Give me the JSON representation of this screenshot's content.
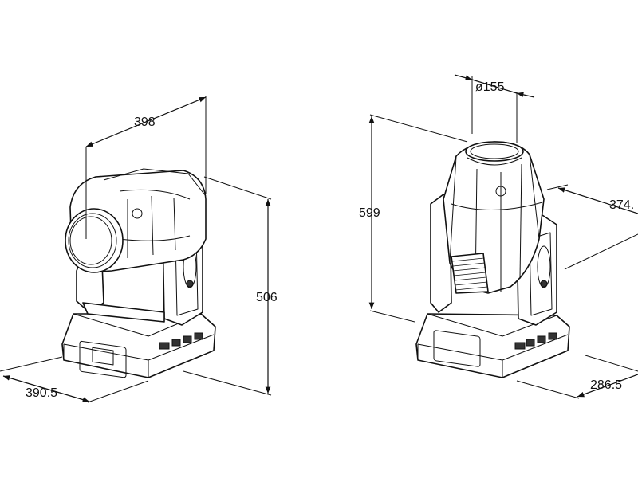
{
  "dimensions": {
    "front_width": "398",
    "front_height": "506",
    "front_depth": "390.5",
    "rear_height": "599",
    "rear_diameter": "ø155",
    "rear_width": "374.",
    "rear_depth": "286.5"
  },
  "colors": {
    "line": "#111111",
    "background": "#ffffff"
  }
}
